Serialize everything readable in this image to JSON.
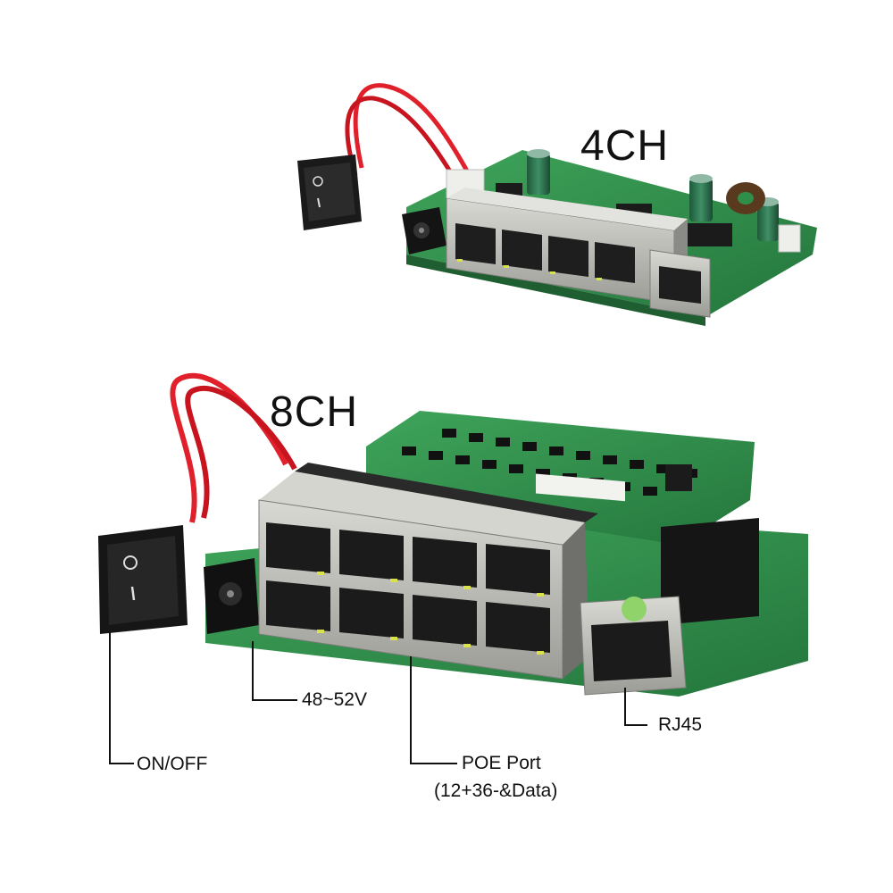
{
  "labels": {
    "model_4ch": "4CH",
    "model_8ch": "8CH",
    "voltage": "48~52V",
    "switch": "ON/OFF",
    "poe_port": "POE Port",
    "poe_detail": "(12+36-&Data)",
    "uplink": "RJ45"
  },
  "colors": {
    "pcb_green": "#2f8f4a",
    "port_metal": "#b7b7b2",
    "wire_red": "#e0202a",
    "switch_black": "#1a1a1a"
  }
}
